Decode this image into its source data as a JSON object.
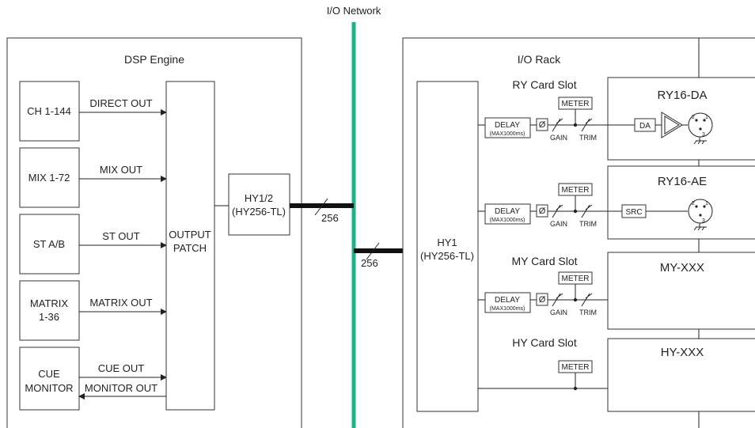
{
  "network": {
    "label": "I/O Network",
    "color": "#1db38a"
  },
  "dsp": {
    "title": "DSP Engine",
    "inputs": [
      {
        "id": "ch",
        "lines": [
          "CH 1-144"
        ],
        "out_label": "DIRECT OUT"
      },
      {
        "id": "mix",
        "lines": [
          "MIX 1-72"
        ],
        "out_label": "MIX OUT"
      },
      {
        "id": "st",
        "lines": [
          "ST A/B"
        ],
        "out_label": "ST OUT"
      },
      {
        "id": "matrix",
        "lines": [
          "MATRIX",
          "1-36"
        ],
        "out_label": "MATRIX OUT"
      },
      {
        "id": "cue",
        "lines": [
          "CUE",
          "MONITOR"
        ],
        "out_label": "CUE OUT",
        "out_label2": "MONITOR OUT"
      }
    ],
    "patch": {
      "lines": [
        "OUTPUT",
        "PATCH"
      ]
    },
    "hy12": {
      "lines": [
        "HY1/2",
        "(HY256-TL)"
      ]
    }
  },
  "bus_left": {
    "count": "256"
  },
  "bus_right": {
    "count": "256"
  },
  "rack": {
    "title": "I/O Rack",
    "hy1": {
      "lines": [
        "HY1",
        "(HY256-TL)"
      ]
    },
    "slots": [
      {
        "id": "ry1",
        "slot_label": "RY Card Slot",
        "card": "RY16-DA",
        "meter": "METER",
        "delay": "DELAY",
        "delay_sub": "(MAX1000ms)",
        "gain": "GAIN",
        "trim": "TRIM",
        "converter": "DA",
        "phase": "Ø"
      },
      {
        "id": "ry2",
        "slot_label": "",
        "card": "RY16-AE",
        "meter": "METER",
        "delay": "DELAY",
        "delay_sub": "(MAX1000ms)",
        "gain": "GAIN",
        "trim": "TRIM",
        "converter": "SRC",
        "phase": "Ø"
      },
      {
        "id": "my",
        "slot_label": "MY Card Slot",
        "card": "MY-XXX",
        "meter": "METER",
        "delay": "DELAY",
        "delay_sub": "(MAX1000ms)",
        "gain": "GAIN",
        "trim": "TRIM",
        "phase": "Ø"
      },
      {
        "id": "hy",
        "slot_label": "HY Card Slot",
        "card": "HY-XXX",
        "meter": "METER"
      }
    ]
  },
  "connector_pins": {
    "p1": "1",
    "p2": "2",
    "p3": "3"
  }
}
